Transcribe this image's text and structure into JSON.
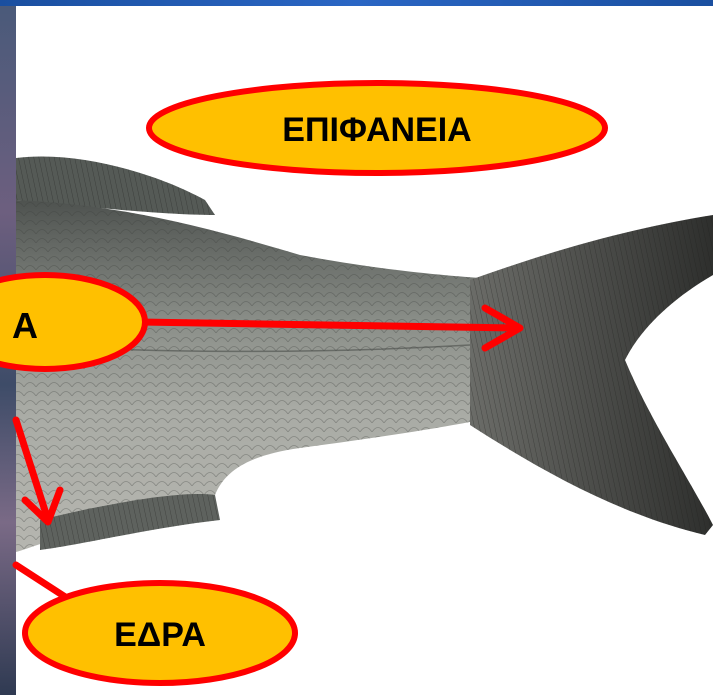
{
  "labels": {
    "surface": "ΕΠΙΦΑΝΕΙΑ",
    "middle": "Α",
    "base": "ΕΔΡΑ"
  },
  "colors": {
    "label_fill": "#ffc000",
    "outline": "#ff0000",
    "arrow": "#ff0000",
    "top_bar": "#1f5bb5"
  }
}
